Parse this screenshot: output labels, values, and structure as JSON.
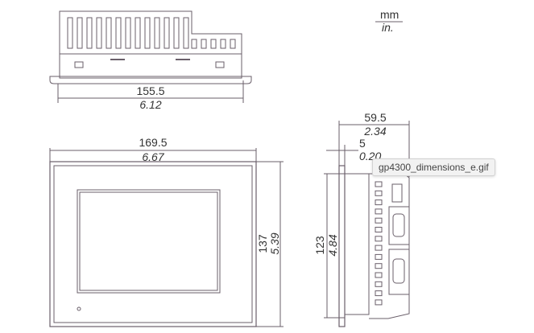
{
  "units": {
    "mm": "mm",
    "in": "in."
  },
  "top_view": {
    "width_mm": "155.5",
    "width_in": "6.12"
  },
  "front_view": {
    "width_mm": "169.5",
    "width_in": "6.67",
    "height_mm": "137",
    "height_in": "5.39"
  },
  "side_view": {
    "depth_mm": "59.5",
    "depth_in": "2.34",
    "flange_mm": "5",
    "flange_in": "0.20",
    "height_mm": "123",
    "height_in": "4.84"
  },
  "tooltip": "gp4300_dimensions_e.gif",
  "colors": {
    "line": "#6a5f6a",
    "text": "#333333"
  }
}
